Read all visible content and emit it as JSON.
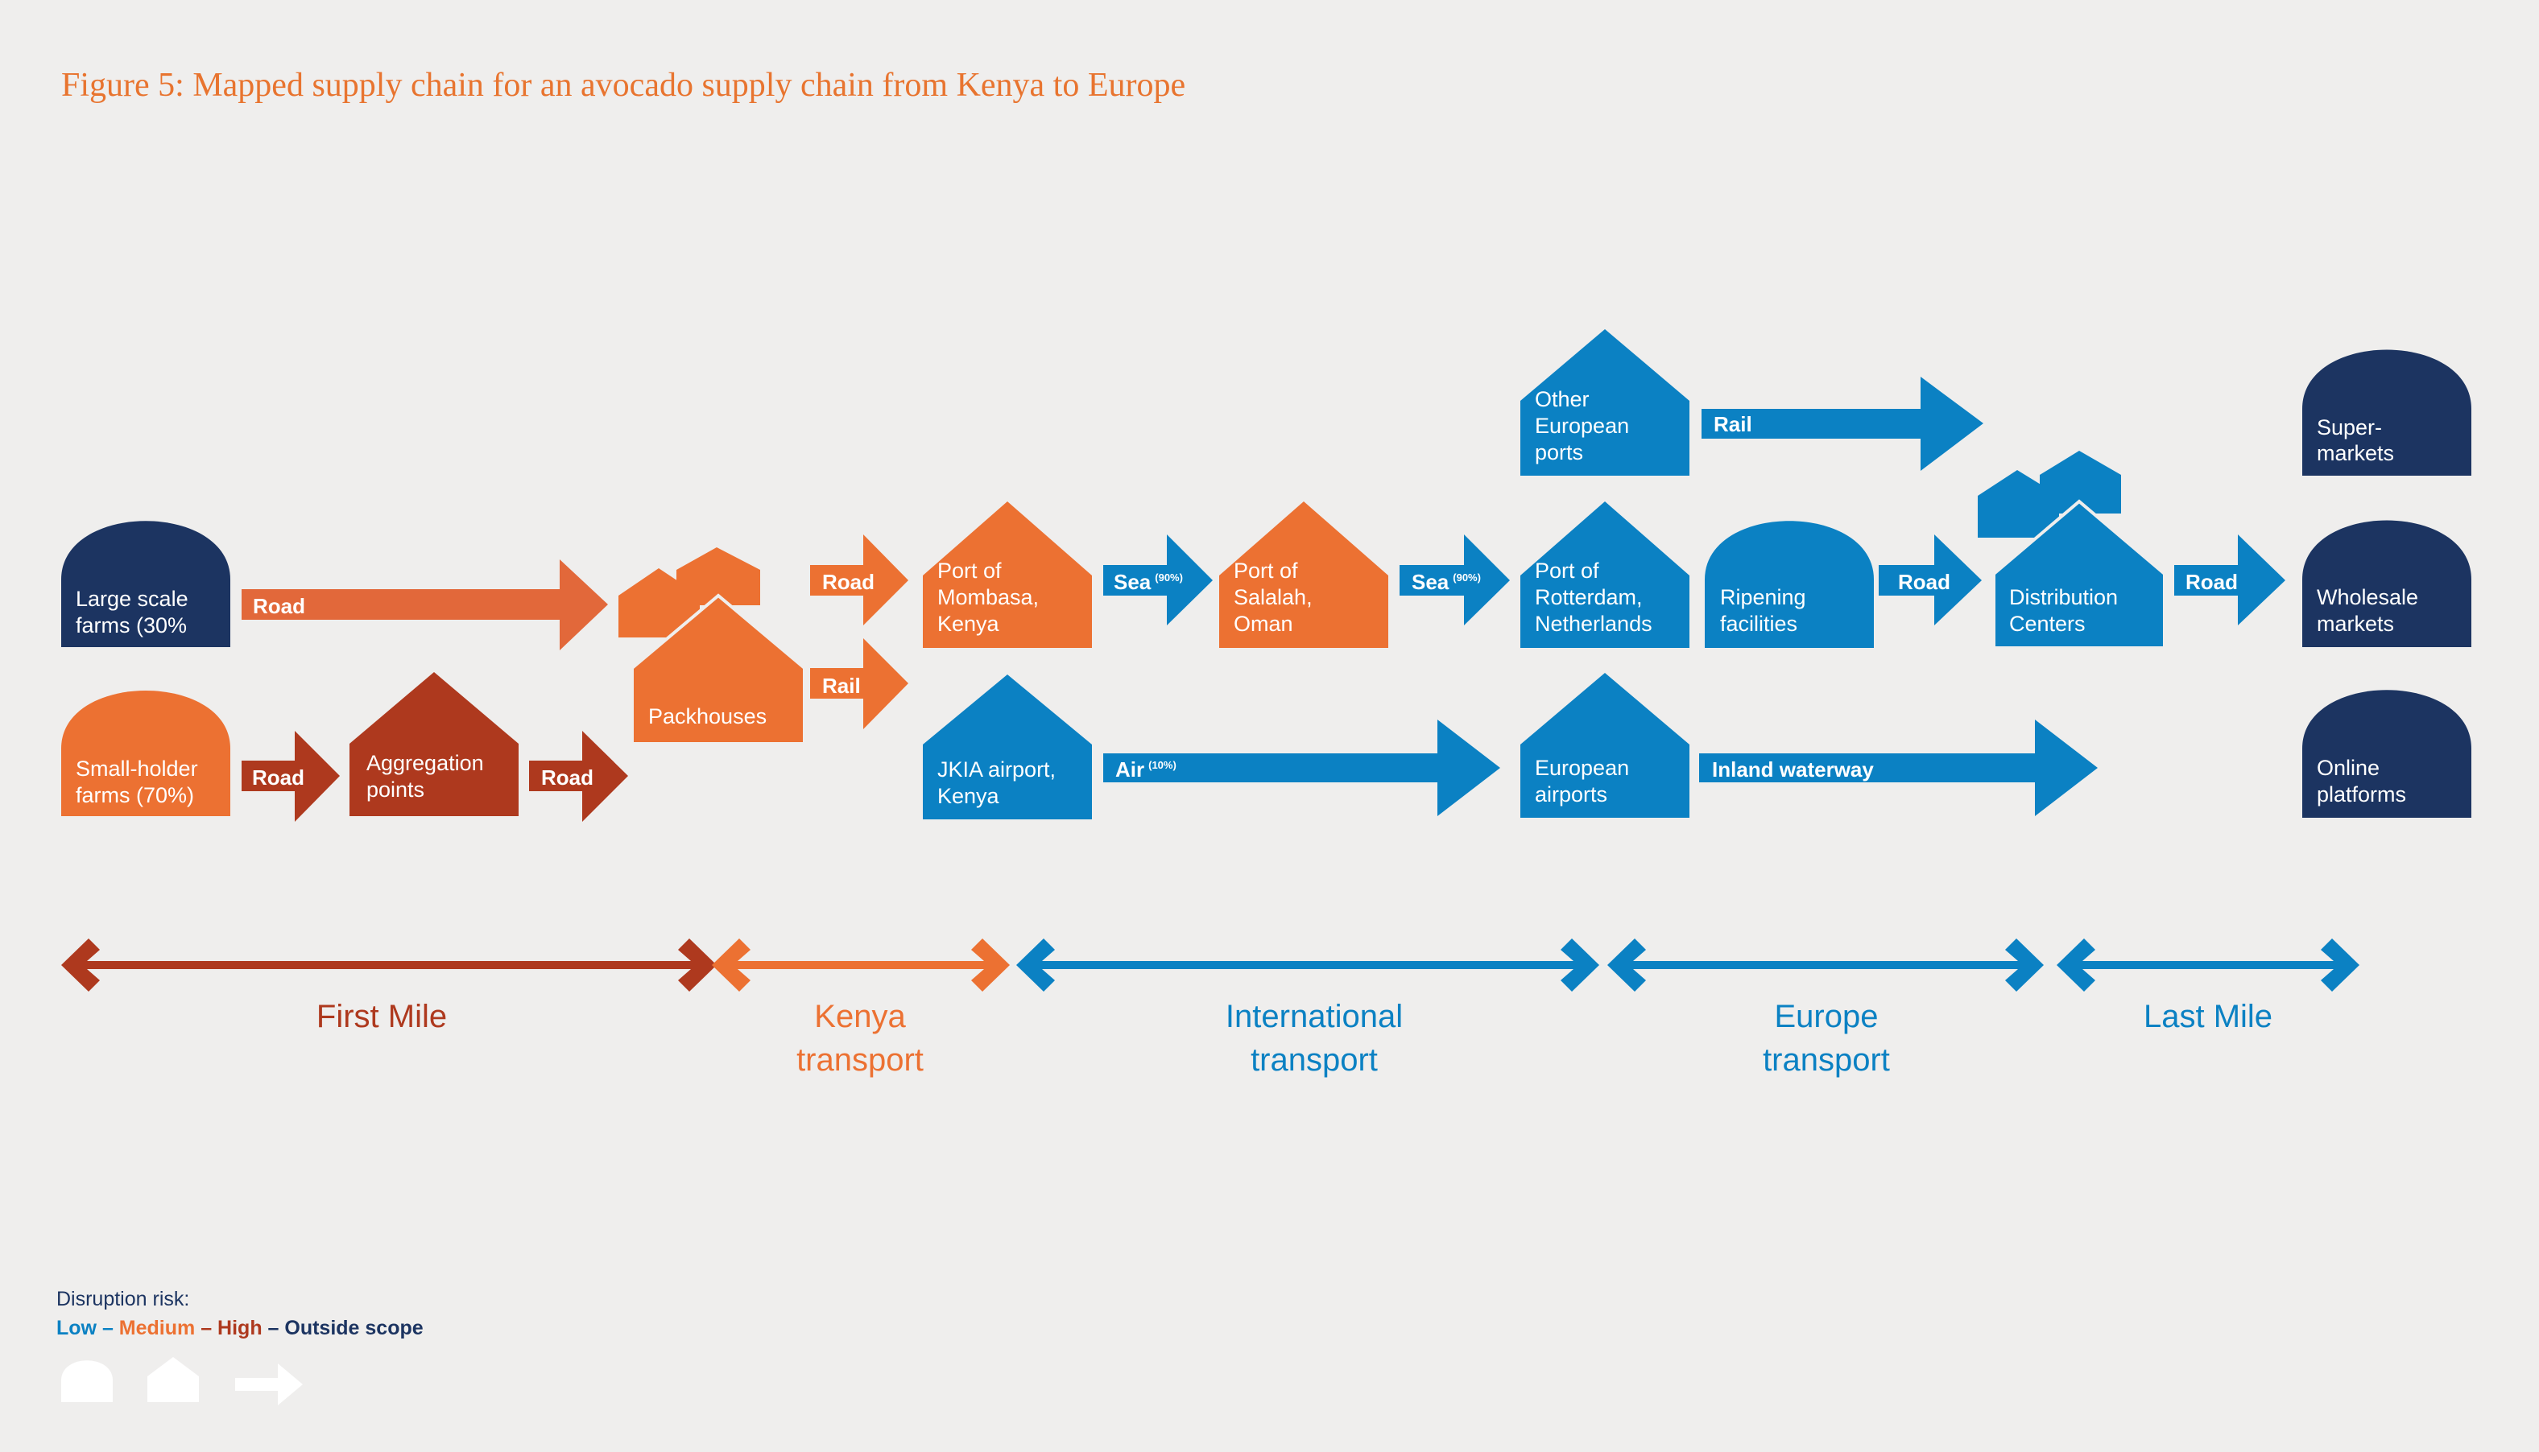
{
  "title": "Figure 5: Mapped supply chain for an avocado supply chain from Kenya to Europe",
  "colors": {
    "low": "#0b81c3",
    "medium": "#ec7132",
    "high": "#ae391e",
    "outside": "#1c3461",
    "background": "#efeeed"
  },
  "nodes": {
    "large_farms": {
      "line1": "Large scale",
      "line2": "farms (30%",
      "risk": "outside"
    },
    "smallholder_farms": {
      "line1": "Small-holder",
      "line2": "farms (70%)",
      "risk": "medium"
    },
    "aggregation": {
      "line1": "Aggregation",
      "line2": "points",
      "risk": "high"
    },
    "packhouses": {
      "line1": "Packhouses",
      "risk": "medium"
    },
    "mombasa": {
      "line1": "Port of",
      "line2": "Mombasa,",
      "line3": "Kenya",
      "risk": "medium"
    },
    "jkia": {
      "line1": "JKIA airport,",
      "line2": "Kenya",
      "risk": "low"
    },
    "salalah": {
      "line1": "Port of",
      "line2": "Salalah,",
      "line3": "Oman",
      "risk": "medium"
    },
    "other_ports": {
      "line1": "Other",
      "line2": "European",
      "line3": "ports",
      "risk": "low"
    },
    "rotterdam": {
      "line1": "Port of",
      "line2": "Rotterdam,",
      "line3": "Netherlands",
      "risk": "low"
    },
    "eu_airports": {
      "line1": "European",
      "line2": "airports",
      "risk": "low"
    },
    "ripening": {
      "line1": "Ripening",
      "line2": "facilities",
      "risk": "low"
    },
    "distribution": {
      "line1": "Distribution",
      "line2": "Centers",
      "risk": "low"
    },
    "supermarkets": {
      "line1": "Super-",
      "line2": "markets",
      "risk": "outside"
    },
    "wholesale": {
      "line1": "Wholesale",
      "line2": "markets",
      "risk": "outside"
    },
    "online": {
      "line1": "Online",
      "line2": "platforms",
      "risk": "outside"
    }
  },
  "links": {
    "road_large_farms": {
      "label": "Road",
      "risk": "medium"
    },
    "road_smallholder": {
      "label": "Road",
      "risk": "high"
    },
    "road_aggregation": {
      "label": "Road",
      "risk": "high"
    },
    "road_packhouse": {
      "label": "Road",
      "risk": "medium"
    },
    "rail_packhouse": {
      "label": "Rail",
      "risk": "medium"
    },
    "sea_mombasa": {
      "label": "Sea",
      "share": "(90%)",
      "risk": "low"
    },
    "sea_salalah": {
      "label": "Sea",
      "share": "(90%)",
      "risk": "low"
    },
    "air_jkia": {
      "label": "Air",
      "share": "(10%)",
      "risk": "low"
    },
    "rail_other_ports": {
      "label": "Rail",
      "risk": "low"
    },
    "inland_waterway": {
      "label": "Inland waterway",
      "risk": "low"
    },
    "road_ripening": {
      "label": "Road",
      "risk": "low"
    },
    "road_distribution": {
      "label": "Road",
      "risk": "low"
    }
  },
  "stages": {
    "first_mile": {
      "line1": "First Mile",
      "risk": "high"
    },
    "kenya_transport": {
      "line1": "Kenya",
      "line2": "transport",
      "risk": "medium"
    },
    "international_transport": {
      "line1": "International",
      "line2": "transport",
      "risk": "low"
    },
    "europe_transport": {
      "line1": "Europe",
      "line2": "transport",
      "risk": "low"
    },
    "last_mile": {
      "line1": "Last Mile",
      "risk": "low"
    }
  },
  "legend": {
    "heading": "Disruption risk:",
    "low": "Low",
    "sep1": " – ",
    "medium": "Medium",
    "sep2": "  – ",
    "high": "High",
    "sep3": " – ",
    "outside": "Outside scope",
    "shape_icons": [
      "dome-icon",
      "house-icon",
      "arrow-icon"
    ]
  }
}
